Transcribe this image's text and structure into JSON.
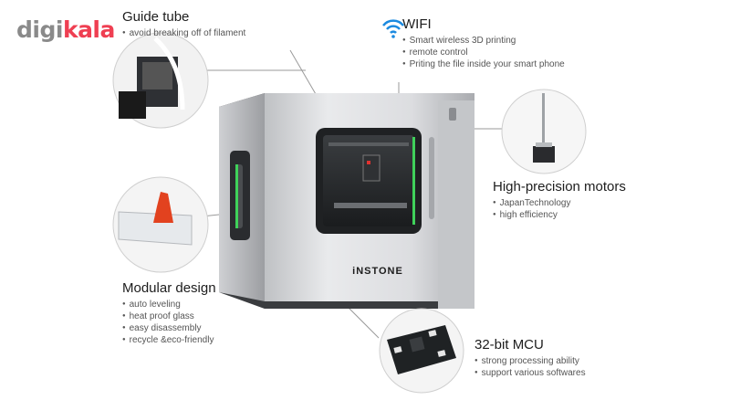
{
  "brand": {
    "part1": "digi",
    "part2": "kala"
  },
  "product": {
    "name": "iNSTONE"
  },
  "features": {
    "guide_tube": {
      "title": "Guide tube",
      "items": [
        "avoid breaking off of filament"
      ]
    },
    "wifi": {
      "title": "WIFI",
      "items": [
        "Smart wireless 3D printing",
        "remote control",
        "Priting the file inside your smart phone"
      ]
    },
    "motors": {
      "title": "High-precision motors",
      "items": [
        "JapanTechnology",
        "high efficiency"
      ]
    },
    "modular": {
      "title": "Modular design",
      "items": [
        "auto leveling",
        "heat proof glass",
        "easy disassembly",
        "recycle &eco-friendly"
      ]
    },
    "mcu": {
      "title": "32-bit MCU",
      "items": [
        "strong processing ability",
        "support various softwares"
      ]
    }
  },
  "icons": {
    "wifi": "wifi-icon"
  },
  "colors": {
    "brand_red": "#ef3f52",
    "brand_gray": "#8a8a8a",
    "wifi_blue": "#1b8ae0",
    "printer_body": "#d8d9db",
    "accent_green": "#3fd15a"
  }
}
